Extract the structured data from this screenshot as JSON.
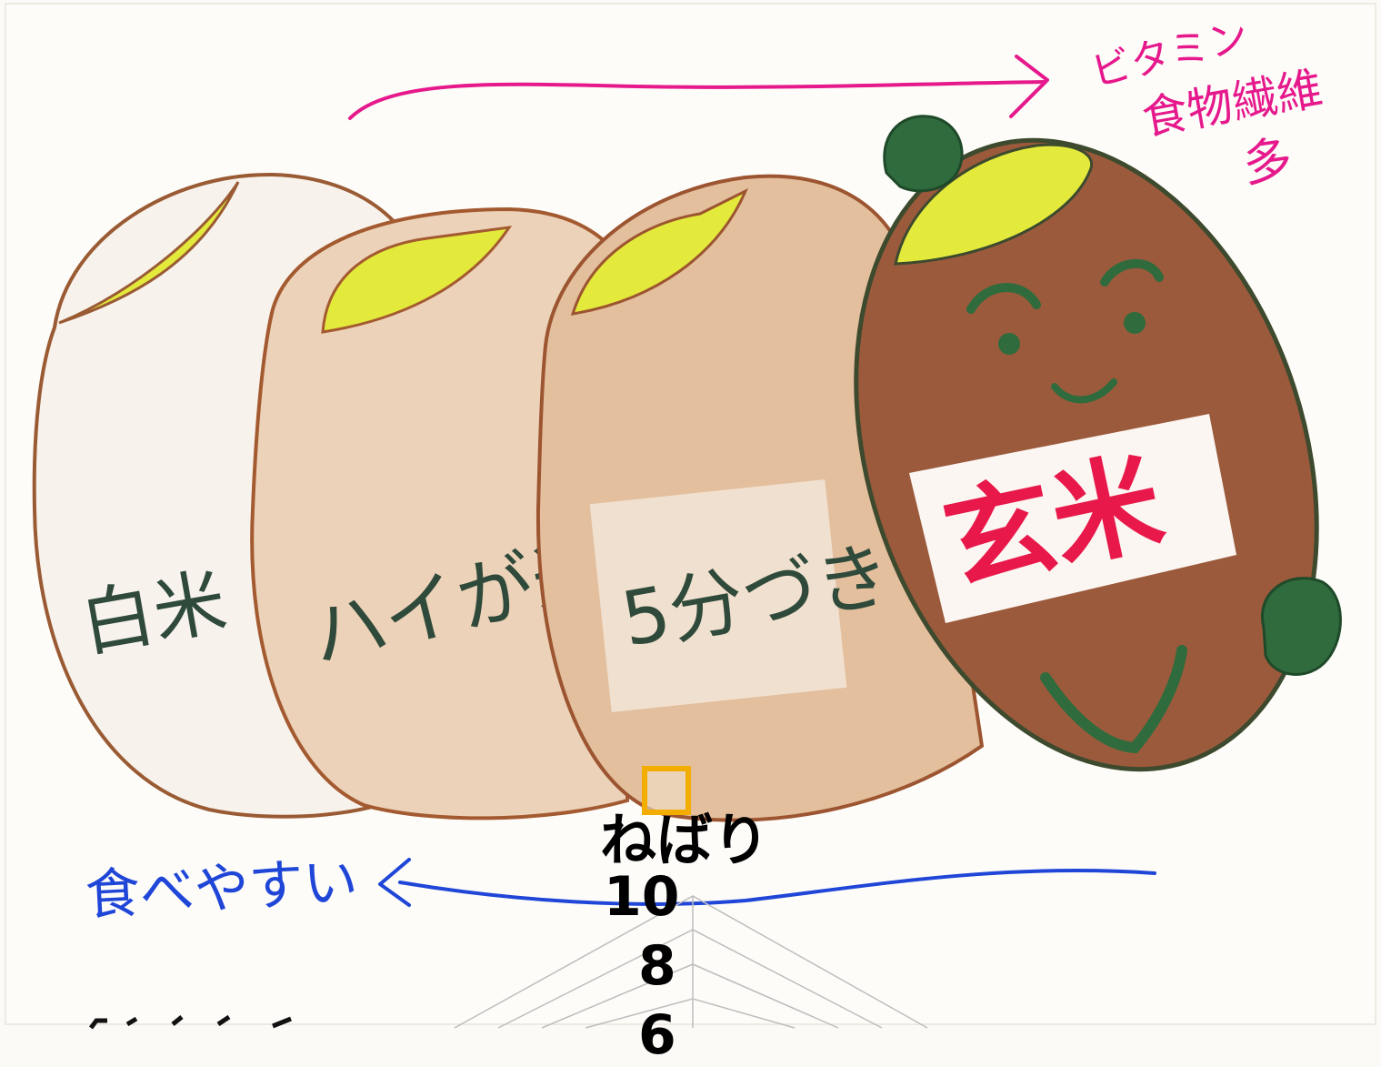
{
  "arrow_top": {
    "label_line1": "ビタミン",
    "label_line2": "食物繊維",
    "label_line3": "多",
    "color": "#e6198c"
  },
  "arrow_bottom": {
    "label": "食べやすい",
    "color": "#2046d8"
  },
  "grains": [
    {
      "label": "白米",
      "fill": "#f7f3ec"
    },
    {
      "label": "ハイが米",
      "fill": "#ecd2b8"
    },
    {
      "label": "5分づき",
      "fill": "#e3bf9d"
    },
    {
      "label": "玄米",
      "fill": "#9c5a3c"
    }
  ],
  "germ_color": "#e3ea3c",
  "face_color": "#2f6b3c",
  "genmai_label_color": "#e8184a",
  "overlay": {
    "title": "ねばり",
    "ticks": [
      "10",
      "8",
      "6"
    ]
  }
}
